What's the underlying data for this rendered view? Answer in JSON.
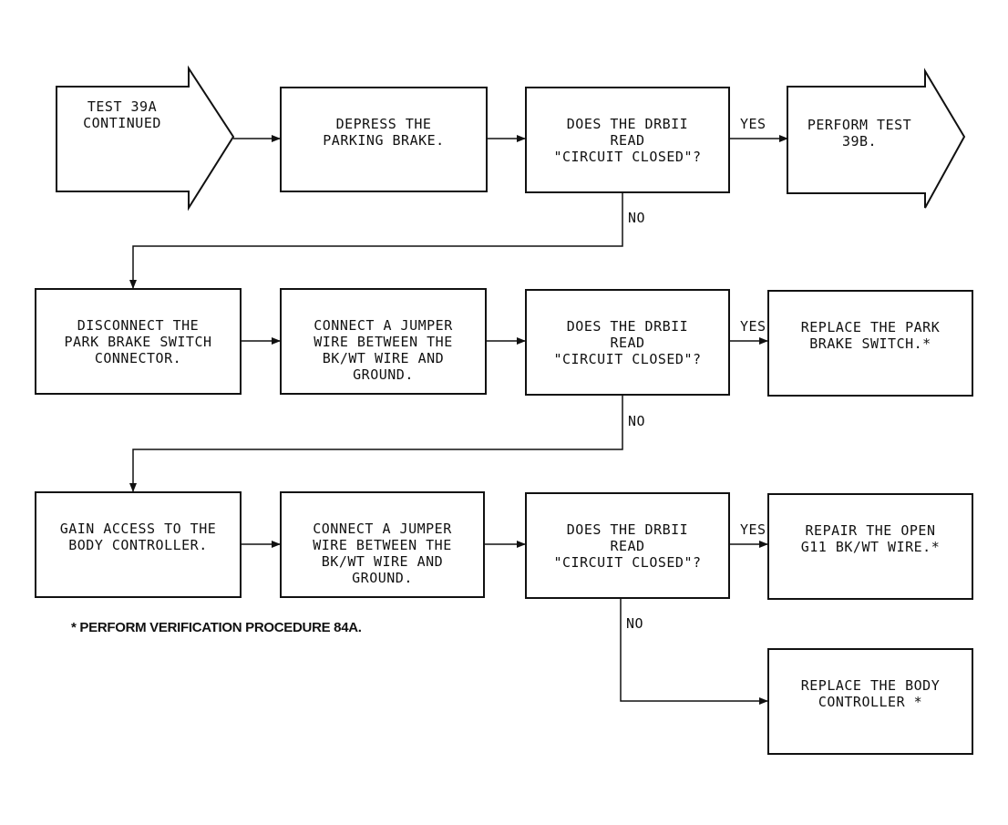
{
  "nodes": {
    "start": "TEST 39A\nCONTINUED",
    "depress_brake": "DEPRESS THE\nPARKING BRAKE.",
    "q1": "DOES THE DRBII\nREAD\n\"CIRCUIT CLOSED\"?",
    "perform_39b": "PERFORM TEST\n39B.",
    "disconnect": "DISCONNECT THE\nPARK BRAKE SWITCH\nCONNECTOR.",
    "jumper1": "CONNECT A JUMPER\nWIRE BETWEEN THE\nBK/WT WIRE AND\nGROUND.",
    "q2": "DOES THE DRBII\nREAD\n\"CIRCUIT CLOSED\"?",
    "replace_switch": "REPLACE THE PARK\nBRAKE SWITCH.*",
    "gain_access": "GAIN ACCESS TO THE\nBODY CONTROLLER.",
    "jumper2": "CONNECT A JUMPER\nWIRE BETWEEN THE\nBK/WT WIRE AND\nGROUND.",
    "q3": "DOES THE DRBII\nREAD\n\"CIRCUIT CLOSED\"?",
    "repair_wire": "REPAIR THE OPEN\nG11 BK/WT WIRE.*",
    "replace_controller": "REPLACE THE BODY\nCONTROLLER *"
  },
  "labels": {
    "yes1": "YES",
    "no1": "NO",
    "yes2": "YES",
    "no2": "NO",
    "yes3": "YES",
    "no3": "NO"
  },
  "note": "* PERFORM VERIFICATION PROCEDURE 84A."
}
